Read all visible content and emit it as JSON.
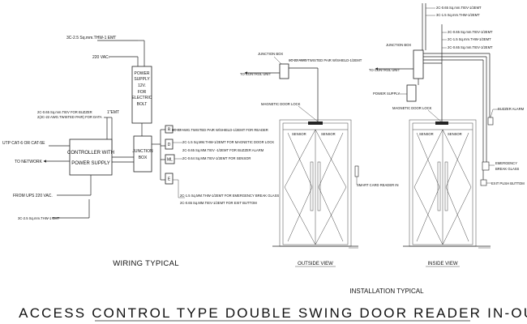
{
  "wiring": {
    "top_cable": "3C-2.5 Sq.mm.THW-1 EMT",
    "vac_220": "220 VAC.",
    "power_supply_lines": [
      "POWER",
      "SUPPLY",
      "12V.",
      "FOR",
      "ELECTRIC",
      "BOLT"
    ],
    "emt_mark": "1\"EMT",
    "buzzer_data_lines": [
      "2C-0.65 Sq.mm.TIEV FOR BUZZER",
      "2(2C-22 AWG.TWISTED PAIR) FOR DATA"
    ],
    "utp_label": "UTP CAT-6 OR CAT-5E",
    "to_network": "TO NETWORK",
    "controller_lines": [
      "CONTROLLER WITH",
      "POWER SUPPLY"
    ],
    "junction_box_lines": [
      "JUNCTION",
      "BOX"
    ],
    "from_ups": "FROM UPS 220 VAC.",
    "bottom_cable": "3C-2.5 Sq.mm.THW-1 EMT",
    "terminals": [
      "R",
      "D",
      "ML",
      "E"
    ],
    "right_cables_top": [
      "6C-22 AWG.TWISTED PAIR W/SHIELD-1/2EMT FOR READER",
      "2C-1.5 Sq.MM.THW-1/2EMT FOR MAGNETIC DOOR LOCK",
      "2C-0.65 Sq.MM.TIEV -1/2EMT FOR BUZZER ALARM",
      "2C-0.64 Sq.MM.TIEV-1/2EMT FOR SENSOR"
    ],
    "right_cables_bottom": [
      "2C-1.5 Sq.MM.THW-1/2EMT FOR EMERGENCY BREAK GLASS",
      "2C-0.65 Sq.MM.TIEV-1/2EMT FOR EXIT BUTTOM"
    ],
    "caption": "WIRING TYPICAL"
  },
  "outside": {
    "junction_box": "JUNCTION BOX",
    "cable": "6C-22 AWG.TWISTED PAIR W/SHIELD-1/2EMT",
    "to_control": "TO CONTROL UNIT",
    "mag_lock": "MAGNETIC DOOR LOCK",
    "sensor_left": "SENSOR",
    "sensor_right": "SENSOR",
    "reader": "SMART CARD READER IN",
    "caption": "OUTSIDE VIEW"
  },
  "inside": {
    "cables": [
      "2C-0.65 Sq.mm.TIEV-1/2EMT",
      "3C-1.5 Sq.mm.THW-1/2EMT",
      "2C-0.65 Sq.mm.TIEV-1/2EMT",
      "2C-1.5 Sq.mm.THW-1/2EMT",
      "2C-0.65 Sq.mm.TIEV-1/2EMT"
    ],
    "junction_box": "JUNCTION BOX",
    "to_control": "TO CONTROL UNIT",
    "power_supply": "POWER SUPPLY",
    "mag_lock": "MAGNETIC DOOR LOCK",
    "buzzer": "BUZZER ALARM",
    "sensor_left": "SENSOR",
    "sensor_right": "SENSOR",
    "emergency_lines": [
      "EMERGENCY",
      "BREAK GLASS"
    ],
    "exit_push": "EXIT PUSH BUTTOM",
    "caption": "INSIDE VIEW"
  },
  "installation_caption": "INSTALLATION TYPICAL",
  "title": "ACCESS CONTROL TYPE DOUBLE SWING DOOR READER IN-OUT"
}
